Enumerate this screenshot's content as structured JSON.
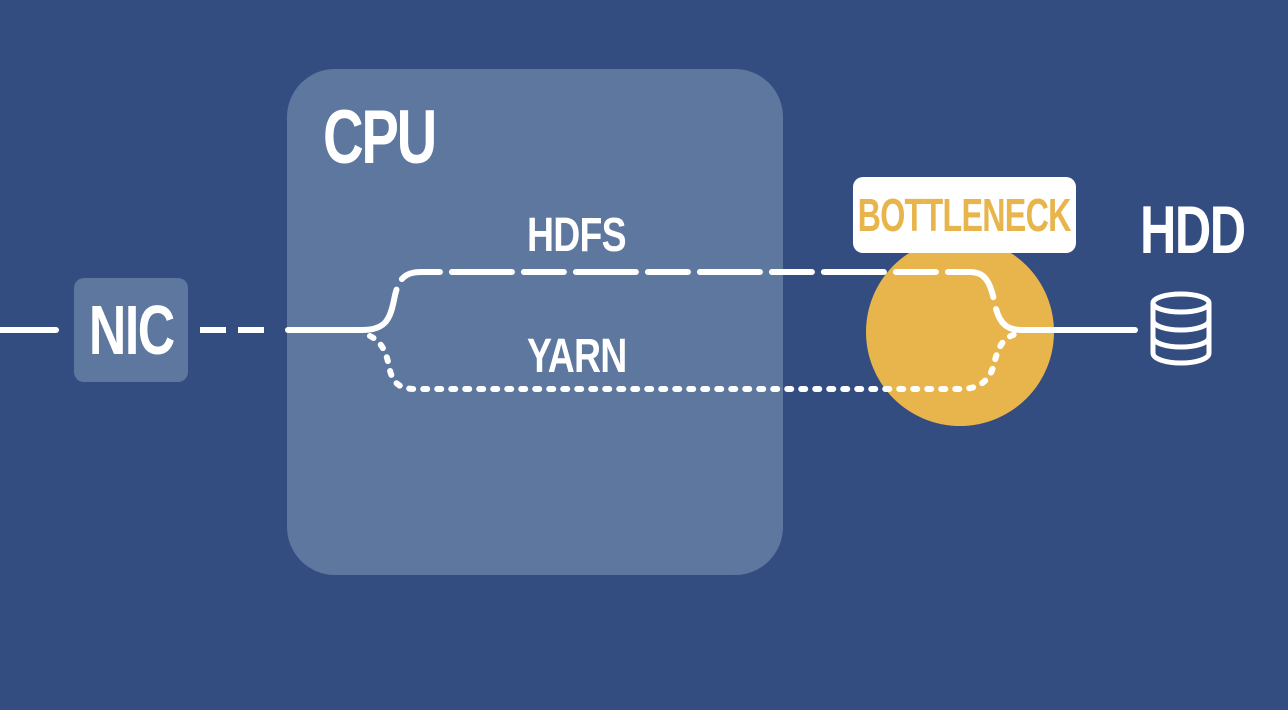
{
  "diagram": {
    "cpu": {
      "label": "CPU"
    },
    "nic": {
      "label": "NIC"
    },
    "hdd": {
      "label": "HDD",
      "icon": "database-icon"
    },
    "paths": {
      "hdfs": {
        "label": "HDFS",
        "style": "dashed"
      },
      "yarn": {
        "label": "YARN",
        "style": "dotted"
      }
    },
    "bottleneck": {
      "label": "BOTTLENECK"
    }
  },
  "colors": {
    "background": "#344d80",
    "box": "#5d779f",
    "accent": "#e7b54c",
    "line": "#ffffff"
  }
}
